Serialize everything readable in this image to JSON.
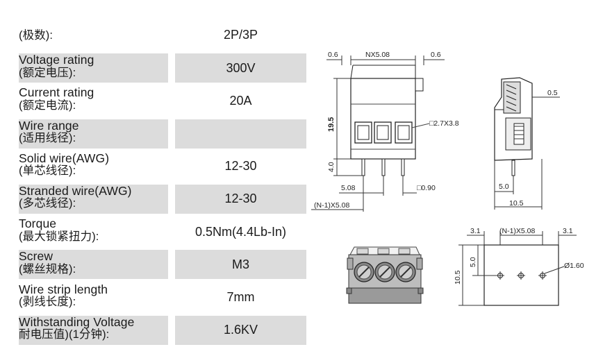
{
  "specs": [
    {
      "en": "",
      "cn": "(极数):",
      "value": "2P/3P"
    },
    {
      "en": "Voltage rating",
      "cn": "(额定电压):",
      "value": "300V"
    },
    {
      "en": "Current rating",
      "cn": "(额定电流):",
      "value": "20A"
    },
    {
      "en": "Wire range",
      "cn": "(适用线径):",
      "value": ""
    },
    {
      "en": "Solid wire(AWG)",
      "cn": "(单芯线径):",
      "value": "12-30"
    },
    {
      "en": "Stranded wire(AWG)",
      "cn": "(多芯线径):",
      "value": "12-30"
    },
    {
      "en": "Torque",
      "cn": "(最大锁紧扭力):",
      "value": "0.5Nm(4.4Lb-In)"
    },
    {
      "en": "Screw",
      "cn": "(螺丝规格):",
      "value": "M3"
    },
    {
      "en": "Wire strip length",
      "cn": "(剥线长度):",
      "value": "7mm"
    },
    {
      "en": "Withstanding Voltage",
      "cn": "耐电压值)(1分钟):",
      "value": "1.6KV"
    }
  ],
  "drawing": {
    "front": {
      "dim_left_margin": "0.6",
      "dim_pitch": "NX5.08",
      "dim_right_margin": "0.6",
      "dim_height": "19.5",
      "dim_pin_length": "4.0",
      "dim_wire_hole": "□2.7X3.8",
      "dim_pin": "□0.90",
      "dim_pitch_bottom": "5.08",
      "dim_total": "(N-1)X5.08"
    },
    "side": {
      "dim_clamp": "0.5",
      "dim_pin_offset": "5.0",
      "dim_depth": "10.5"
    },
    "footprint": {
      "dim_left": "3.1",
      "dim_pitch": "(N-1)X5.08",
      "dim_right": "3.1",
      "dim_row": "5.0",
      "dim_height": "10.5",
      "dim_hole": "Ø1.60"
    }
  }
}
